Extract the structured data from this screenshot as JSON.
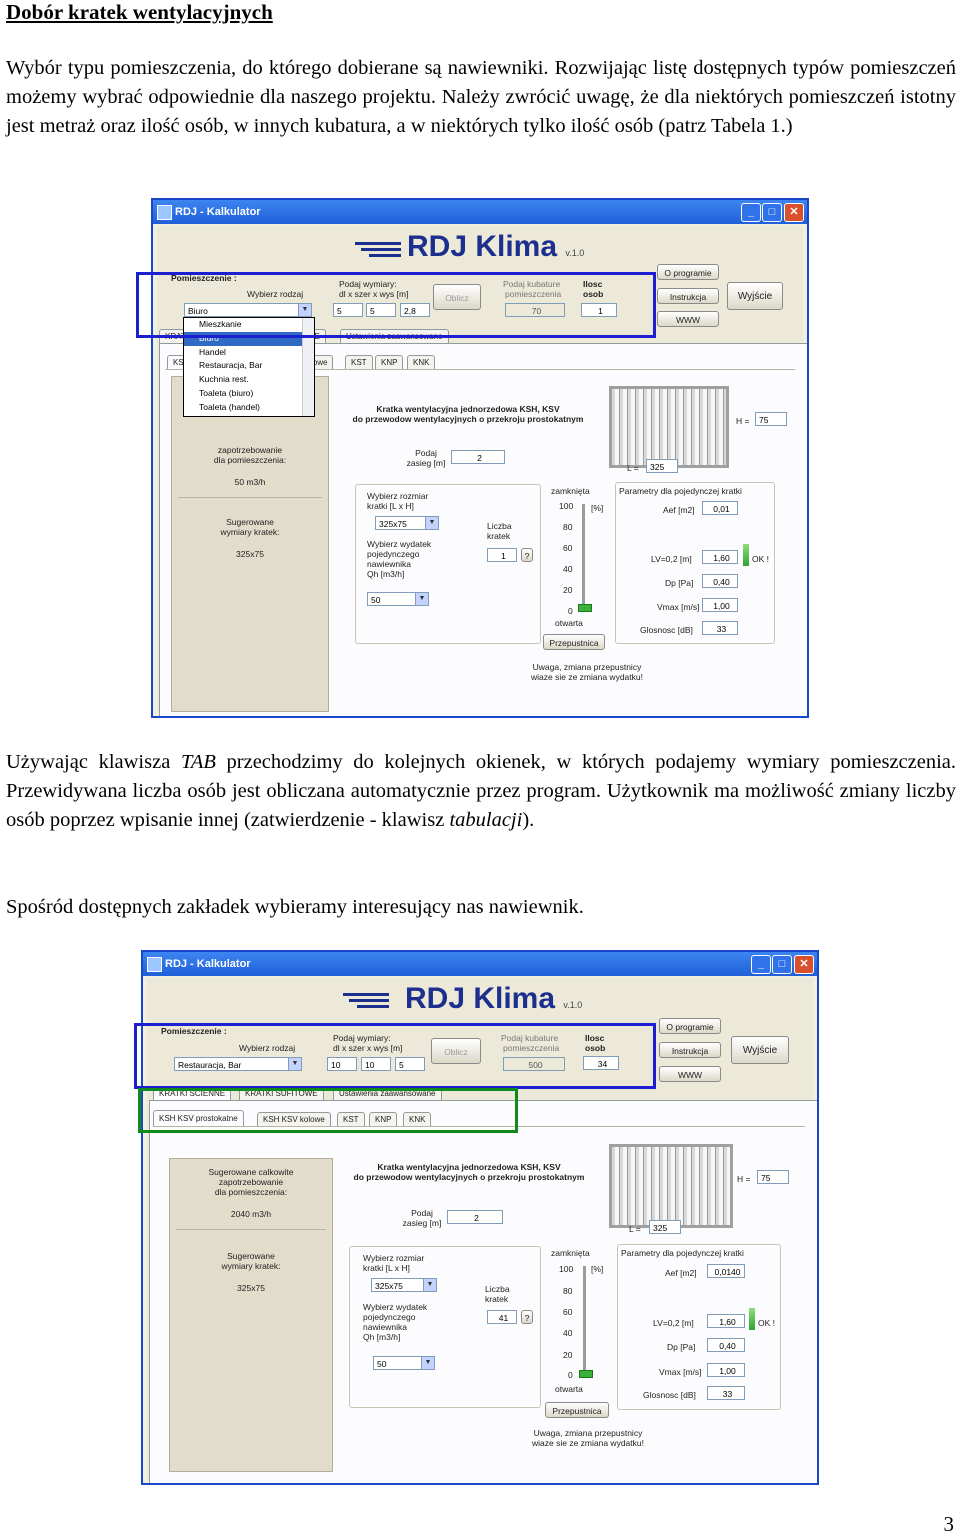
{
  "heading": "Dobór kratek wentylacyjnych",
  "para1": "Wybór typu pomieszczenia, do którego dobierane są nawiewniki. Rozwijając listę dostępnych typów pomieszczeń możemy wybrać odpowiednie dla naszego projektu. Należy zwrócić uwagę, że dla niektórych pomieszczeń istotny jest metraż oraz ilość osób, w innych kubatura, a w niektórych tylko ilość osób (patrz Tabela 1.)",
  "para2": {
    "a": "Używając klawisza ",
    "tab_key": "TAB",
    "b": " przechodzimy do kolejnych okienek, w których podajemy wymiary pomieszczenia. Przewidywana liczba osób jest obliczana automatycznie przez program. Użytkownik ma możliwość zmiany liczby osób poprzez wpisanie innej (zatwierdzenie - klawisz ",
    "tabulacji": "tabulacji",
    "c": ")."
  },
  "para3": "Spośród dostępnych zakładek wybieramy interesujący nas nawiewnik.",
  "page_number": "3",
  "app": {
    "title": "RDJ - Kalkulator",
    "logo": "RDJ Klima",
    "version": "v.1.0",
    "room_section": "Pomieszczenie :",
    "choose_type": "Wybierz rodzaj",
    "dims_label_1": "Podaj wymiary:",
    "dims_label_2": "dl x szer x wys [m]",
    "calc_button": "Oblicz",
    "volume_label_1": "Podaj kubature",
    "volume_label_2": "pomieszczenia",
    "persons_label_1": "Ilosc",
    "persons_label_2": "osob",
    "about_button": "O programie",
    "manual_button": "Instrukcja",
    "www_button": "WWW",
    "exit_button": "Wyjście",
    "main_tabs": [
      "KRATKI SCIENNE",
      "KRATKI SUFITOWE",
      "Ustawienia zaawansowane"
    ],
    "sub_tabs": [
      "KSH KSV prostokatne",
      "KSH KSV kolowe",
      "KST",
      "KNP",
      "KNK"
    ],
    "panel_title_1": "Kratka wentylacyjna jednorzedowa KSH, KSV",
    "panel_title_2": "do przewodow wentylacyjnych o przekroju prostokatnym",
    "left_suggest_total_1": "Sugerowane calkowite",
    "left_suggest_total_2": "zapotrzebowanie",
    "left_suggest_total_3": "dla pomieszczenia:",
    "left_suggest_dims_1": "Sugerowane",
    "left_suggest_dims_2": "wymiary kratek:",
    "range_label_1": "Podaj",
    "range_label_2": "zasieg [m]",
    "size_label_1": "Wybierz rozmiar",
    "size_label_2": "kratki [L x H]",
    "flow_label": [
      "Wybierz wydatek",
      "pojedynczego",
      "nawiewnika",
      "Qh [m3/h]"
    ],
    "count_label_1": "Liczba",
    "count_label_2": "kratek",
    "q_mark": "?",
    "closed_label": "zamknięta",
    "open_label": "otwarta",
    "percent_unit": "[%]",
    "scale": [
      "100",
      "80",
      "60",
      "40",
      "20",
      "0"
    ],
    "throttle_button": "Przepustnica",
    "params_title": "Parametry dla pojedynczej kratki",
    "param_labels": [
      "Aef [m2]",
      "LV=0,2 [m]",
      "Dp [Pa]",
      "Vmax [m/s]",
      "Glosnosc [dB]"
    ],
    "ok_text": "OK !",
    "note_1": "Uwaga, zmiana przepustnicy",
    "note_2": "wiaze sie ze zmiana wydatku!",
    "h_label": "H =",
    "l_label": "L ="
  },
  "screenshot1": {
    "room_type": "Biuro",
    "dims": [
      "5",
      "5",
      "2,8"
    ],
    "volume": "70",
    "persons": "1",
    "dropdown_options": [
      "Mieszkanie",
      "Biuro",
      "Handel",
      "Restauracja, Bar",
      "Kuchnia rest.",
      "Toaleta (biuro)",
      "Toaleta (handel)"
    ],
    "dropdown_selected_index": 1,
    "tabs_partial": [
      "KRAT",
      "WE",
      "Ustawienia zaawansowane"
    ],
    "subtabs_partial": [
      "KSH",
      "lowe",
      "KST",
      "KNP",
      "KNK"
    ],
    "left_suggest_total_partial": [
      "zapotrzebowanie",
      "dla pomieszczenia:"
    ],
    "total_demand": "50 m3/h",
    "suggested_dims": "325x75",
    "range": "2",
    "size": "325x75",
    "count": "1",
    "flow": "50",
    "aef": "0,01",
    "lv": "1,60",
    "dp": "0,40",
    "vmax": "1,00",
    "noise": "33",
    "H": "75",
    "L": "325"
  },
  "screenshot2": {
    "room_type": "Restauracja, Bar",
    "dims": [
      "10",
      "10",
      "5"
    ],
    "volume": "500",
    "persons": "34",
    "total_demand": "2040 m3/h",
    "suggested_dims": "325x75",
    "range": "2",
    "size": "325x75",
    "count": "41",
    "flow": "50",
    "aef": "0,0140",
    "lv": "1,60",
    "dp": "0,40",
    "vmax": "1,00",
    "noise": "33",
    "H": "75",
    "L": "325"
  },
  "colors": {
    "highlight_blue": "#1b1fd0",
    "highlight_green": "#118a1c",
    "titlebar": "#1f5fd9",
    "logo": "#1c2f8f"
  }
}
